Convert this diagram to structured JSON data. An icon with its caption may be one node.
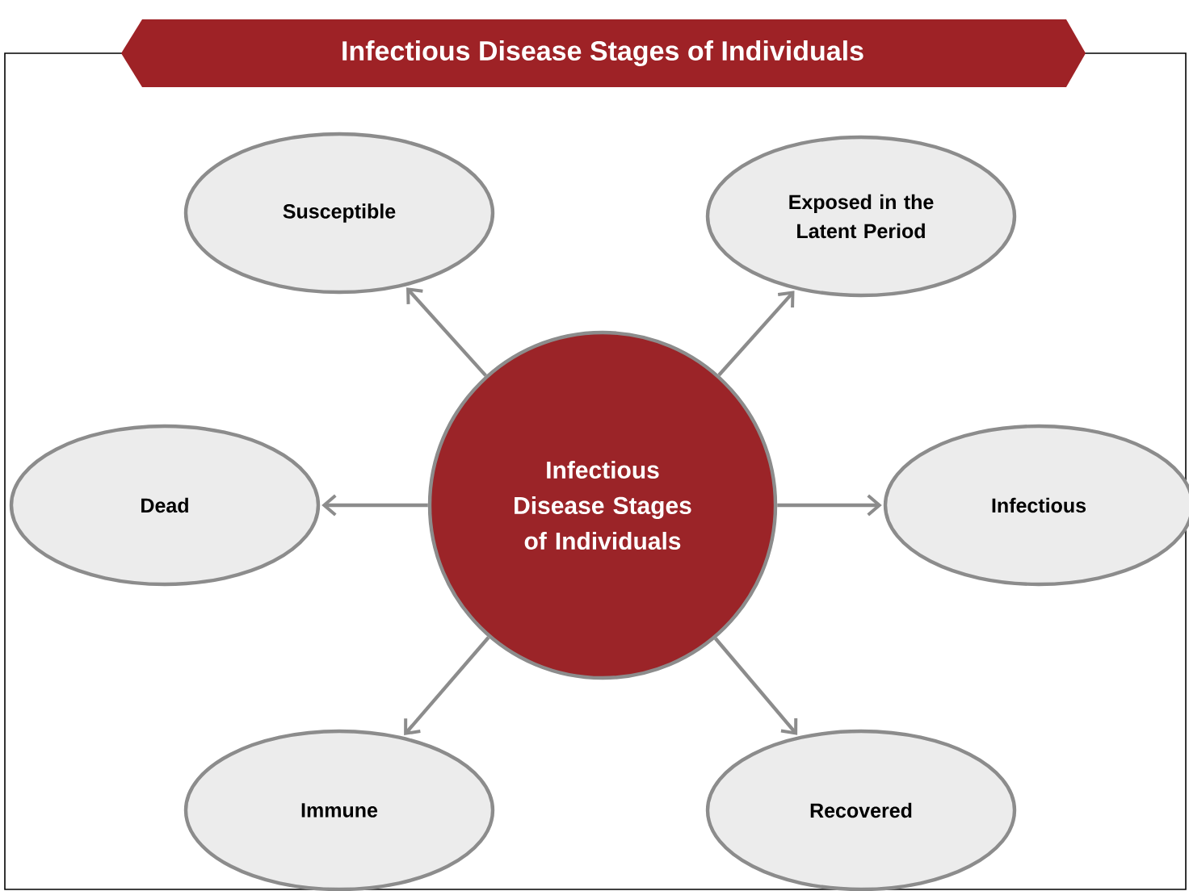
{
  "diagram": {
    "title": "Infectious Disease Stages of Individuals",
    "nodes": [
      {
        "text": [
          "Susceptible"
        ]
      },
      {
        "text": [
          "Exposed in the Latent Period"
        ]
      },
      {
        "text": [
          "Dead"
        ]
      },
      {
        "text": [
          "Infectious Disease Stages of Individuals"
        ]
      },
      {
        "text": [
          "Infectious"
        ]
      },
      {
        "text": [
          "Immune"
        ]
      },
      {
        "text": [
          "Recovered"
        ]
      }
    ],
    "edges": [
      {
        "from": 3,
        "to": 0,
        "arrow": "to"
      },
      {
        "from": 3,
        "to": 1,
        "arrow": "to"
      },
      {
        "from": 3,
        "to": 2,
        "arrow": "to"
      },
      {
        "from": 3,
        "to": 4,
        "arrow": "to"
      },
      {
        "from": 3,
        "to": 5,
        "arrow": "to"
      },
      {
        "from": 3,
        "to": 6,
        "arrow": "to"
      }
    ]
  }
}
